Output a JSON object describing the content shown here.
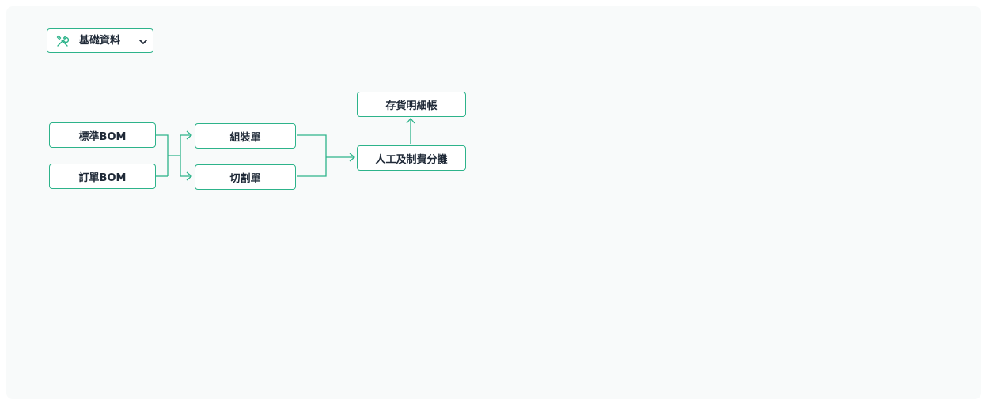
{
  "toolbar": {
    "dropdown_label": "基礎資料",
    "dropdown_icon": "tools-icon"
  },
  "nodes": {
    "standard_bom": "標準BOM",
    "order_bom": "訂單BOM",
    "assembly_order": "組裝單",
    "cutting_order": "切割單",
    "inventory_ledger": "存貨明細帳",
    "labor_overhead_allocation": "人工及制費分攤"
  },
  "colors": {
    "accent": "#2db38a",
    "panel_background": "#f8fafa",
    "text": "#1f2937"
  }
}
